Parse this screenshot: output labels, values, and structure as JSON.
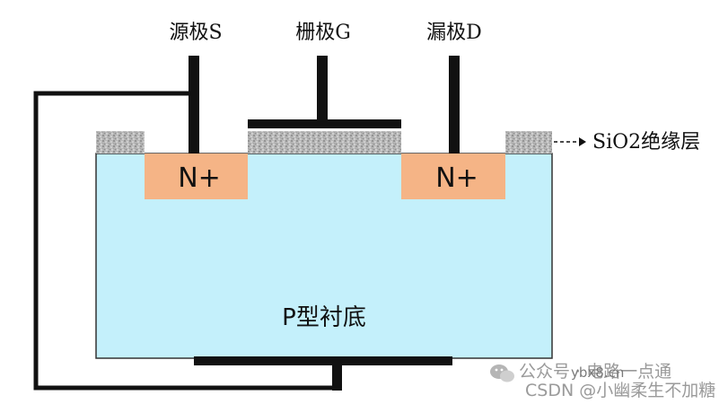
{
  "labels": {
    "source": "源极S",
    "gate": "栅极G",
    "drain": "漏极D",
    "oxide": "SiO2绝缘层",
    "n_left": "N+",
    "n_right": "N+",
    "substrate": "P型衬底"
  },
  "colors": {
    "substrate": "#c4f0fb",
    "n_region": "#f5b486",
    "oxide": "#b5b5b5",
    "metal": "#111111"
  },
  "watermark": {
    "line1": "公众号 · 电路一点通",
    "site": "ybx8.cn",
    "line2": "CSDN @小幽柔生不加糖",
    "icon": "wechat-icon"
  }
}
